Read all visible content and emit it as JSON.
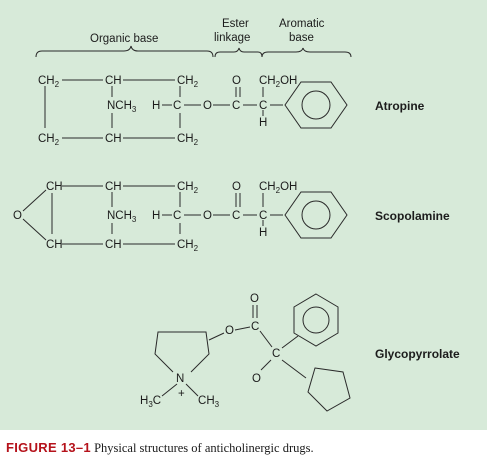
{
  "figure": {
    "header": {
      "organic_base": "Organic base",
      "ester_linkage_line1": "Ester",
      "ester_linkage_line2": "linkage",
      "aromatic_base_line1": "Aromatic",
      "aromatic_base_line2": "base"
    },
    "drugs": {
      "atropine": "Atropine",
      "scopolamine": "Scopolamine",
      "glycopyrrolate": "Glycopyrrolate"
    },
    "atoms": {
      "ch2": "CH",
      "ch": "CH",
      "nch3": "NCH",
      "h": "H",
      "c": "C",
      "o": "O",
      "choh_a": "CH",
      "choh_b": "OH",
      "sub2": "2",
      "sub3": "3",
      "n": "N",
      "h3c": "H",
      "plus": "+"
    },
    "caption": {
      "label": "FIGURE 13–1",
      "text": "Physical structures of anticholinergic drugs."
    }
  }
}
